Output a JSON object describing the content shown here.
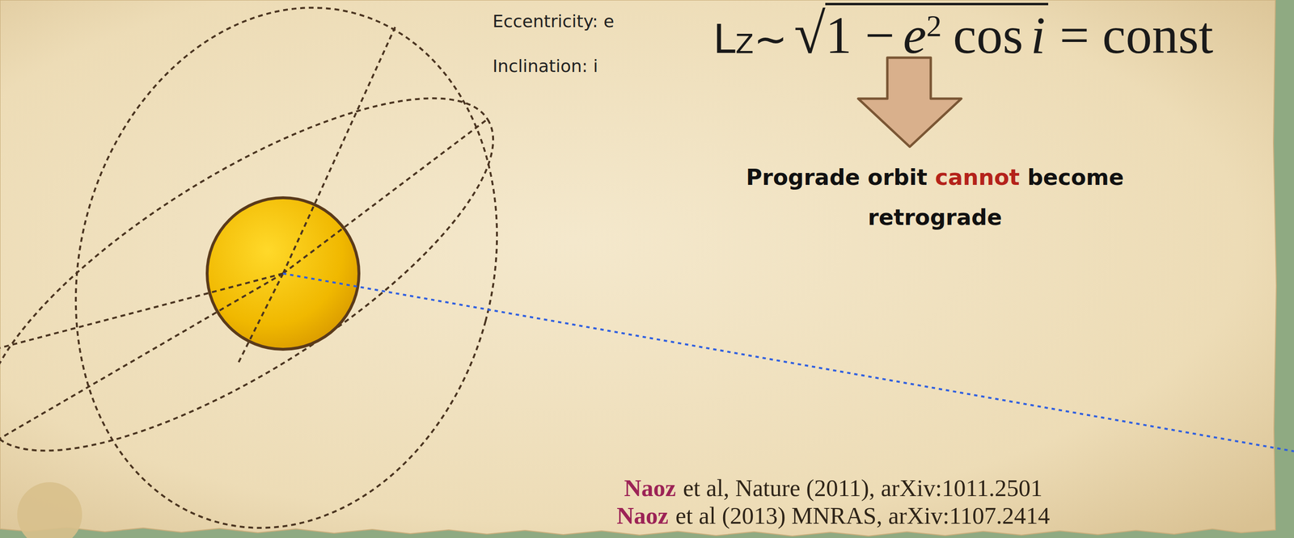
{
  "diagram": {
    "labels": [
      "Eccentricity: e",
      "Inclination: i",
      "L",
      "Z",
      "~",
      "√",
      "1 −",
      "e",
      "2",
      "cos",
      "i",
      "= const",
      "Prograde orbit",
      "cannot",
      "become",
      "retrograde",
      "Naoz",
      "et al, Nature (2011), arXiv:1011.2501",
      "Naoz",
      "et al (2013) MNRAS, arXiv:1107.2414"
    ]
  }
}
